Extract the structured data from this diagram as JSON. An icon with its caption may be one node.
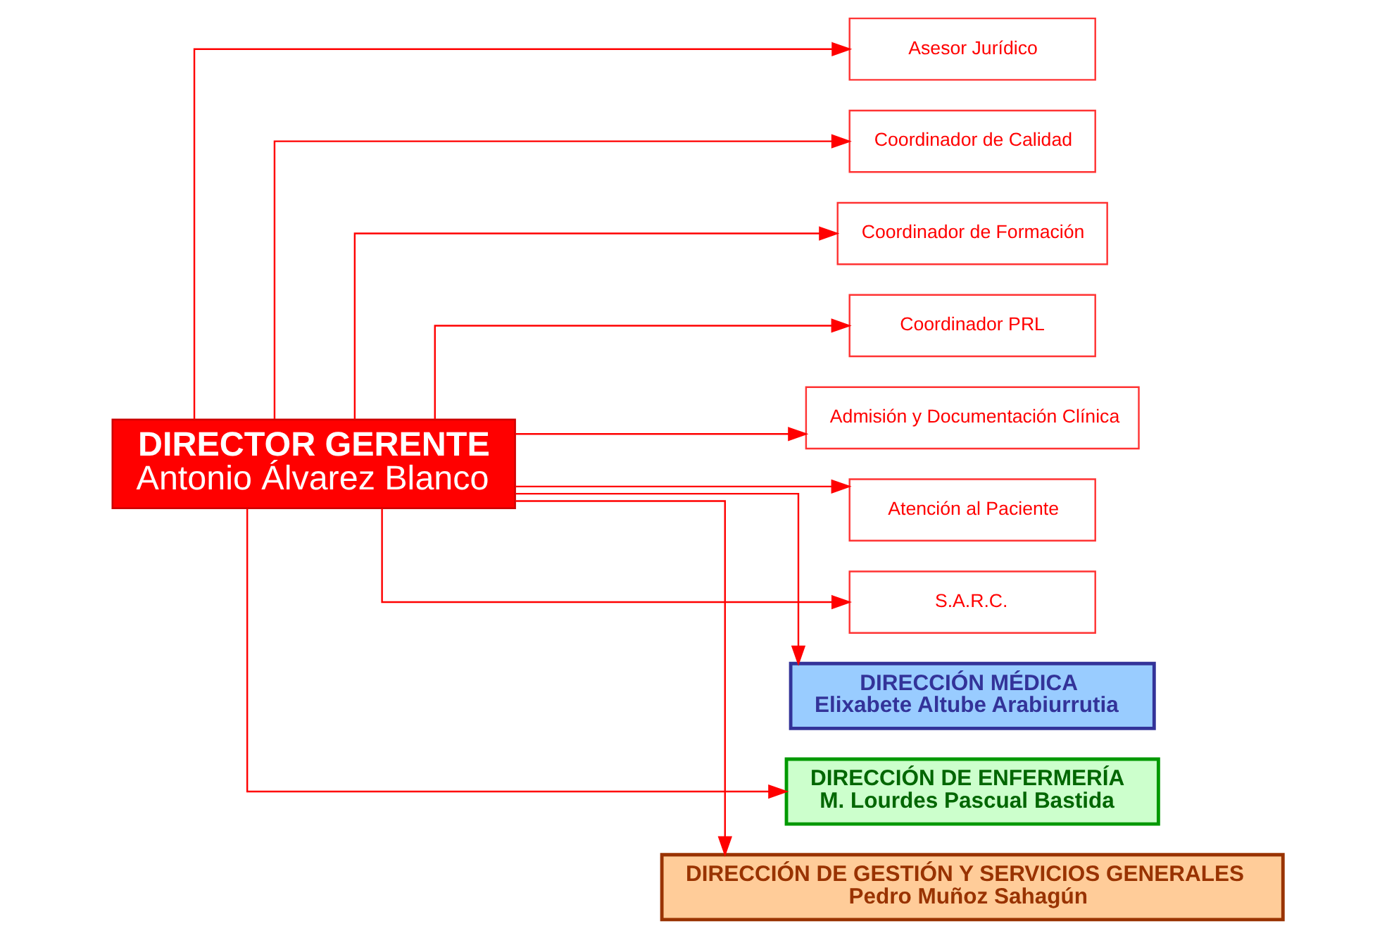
{
  "diagram": {
    "nodes": [
      {
        "text": [
          "DIRECTOR GERENTE",
          "Antonio Álvarez Blanco"
        ]
      },
      {
        "text": [
          "Asesor Jurídico"
        ]
      },
      {
        "text": [
          "Coordinador de Calidad"
        ]
      },
      {
        "text": [
          "Coordinador de Formación"
        ]
      },
      {
        "text": [
          "Coordinador PRL"
        ]
      },
      {
        "text": [
          "Admisión y Documentación Clínica"
        ]
      },
      {
        "text": [
          "Atención al Paciente"
        ]
      },
      {
        "text": [
          "S.A.R.C."
        ]
      },
      {
        "text": [
          "DIRECCIÓN MÉDICA",
          "Elixabete Altube Arabiurrutia"
        ]
      },
      {
        "text": [
          "DIRECCIÓN DE ENFERMERÍA",
          "M. Lourdes Pascual Bastida"
        ]
      },
      {
        "text": [
          "DIRECCIÓN DE GESTIÓN Y SERVICIOS GENERALES",
          "Pedro Muñoz Sahagún"
        ]
      }
    ],
    "edges": [
      {
        "from": 0,
        "to": 1,
        "arrow": "to"
      },
      {
        "from": 0,
        "to": 2,
        "arrow": "to"
      },
      {
        "from": 0,
        "to": 3,
        "arrow": "to"
      },
      {
        "from": 0,
        "to": 4,
        "arrow": "to"
      },
      {
        "from": 0,
        "to": 5,
        "arrow": "to"
      },
      {
        "from": 0,
        "to": 6,
        "arrow": "to"
      },
      {
        "from": 0,
        "to": 7,
        "arrow": "to"
      },
      {
        "from": 0,
        "to": 8,
        "arrow": "to"
      },
      {
        "from": 0,
        "to": 9,
        "arrow": "to"
      },
      {
        "from": 0,
        "to": 10,
        "arrow": "to"
      }
    ]
  }
}
